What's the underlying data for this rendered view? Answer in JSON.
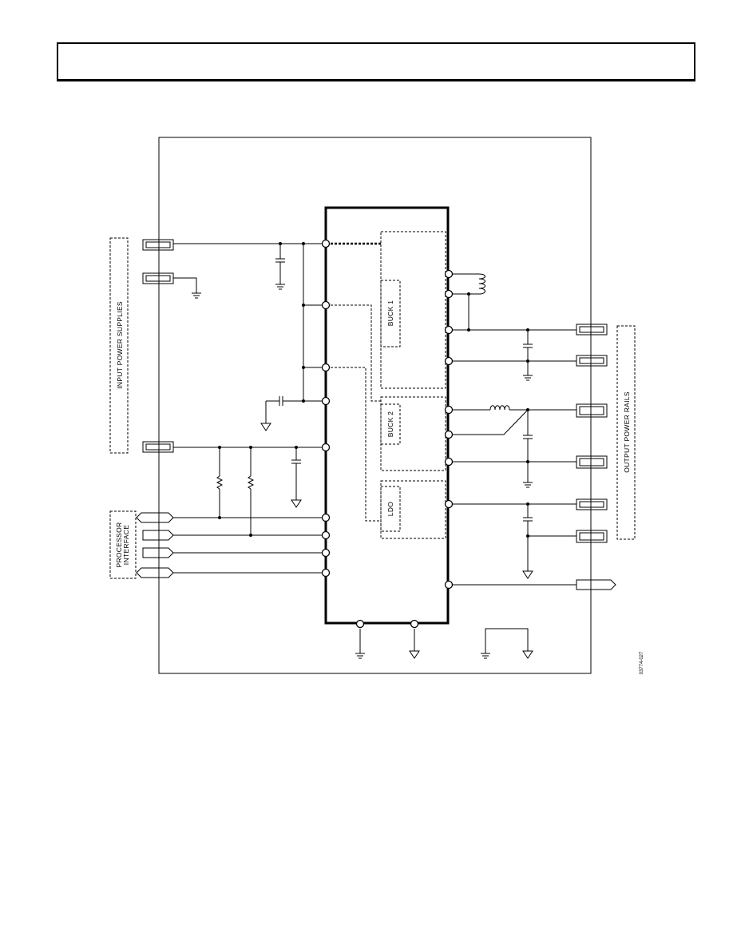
{
  "page": {
    "header_text": ""
  },
  "diagram": {
    "labels": {
      "input_power_supplies": "INPUT POWER SUPPLIES",
      "processor_interface_line1": "PROCESSOR",
      "processor_interface_line2": "INTERFACE",
      "output_power_rails": "OUTPUT POWER RAILS",
      "buck1": "BUCK 1",
      "buck2": "BUCK 2",
      "ldo": "LDO",
      "figure_id": "03774-027"
    }
  }
}
